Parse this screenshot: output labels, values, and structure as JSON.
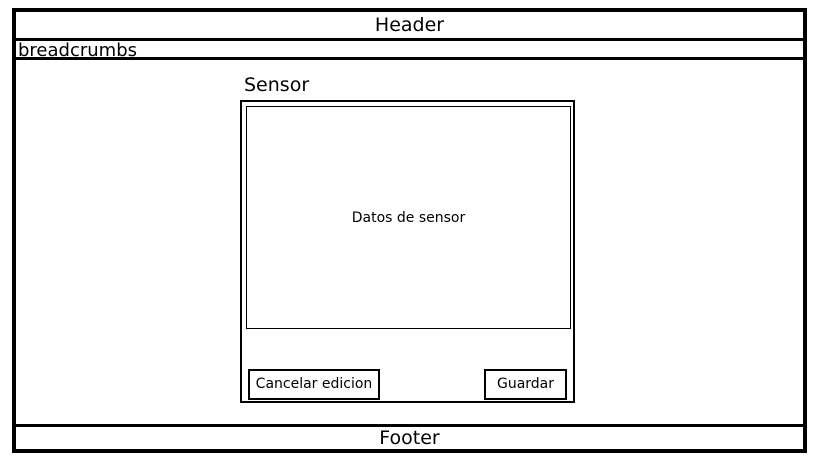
{
  "header": {
    "label": "Header"
  },
  "breadcrumbs": {
    "label": "breadcrumbs"
  },
  "main": {
    "title": "Sensor",
    "data_placeholder": "Datos de sensor",
    "buttons": {
      "cancel_label": "Cancelar edicion",
      "save_label": "Guardar"
    }
  },
  "footer": {
    "label": "Footer"
  }
}
